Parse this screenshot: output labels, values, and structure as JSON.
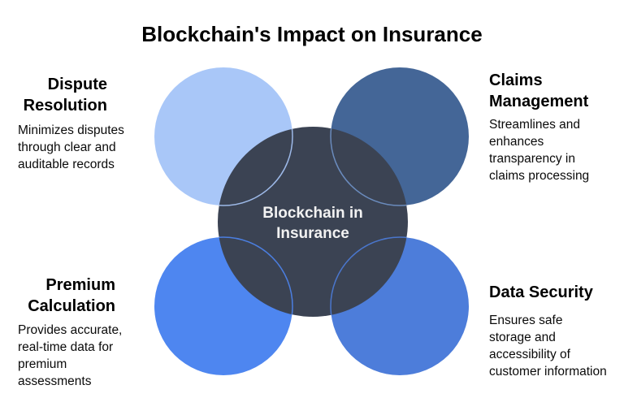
{
  "title": "Blockchain's Impact on Insurance",
  "center": {
    "label": "Blockchain in Insurance",
    "lines": [
      "Blockchain in",
      "Insurance"
    ],
    "fill": "#3b4353",
    "text_color": "#f2f2f2"
  },
  "nodes": [
    {
      "id": "dispute-resolution",
      "position": "top-left",
      "heading": "Dispute Resolution",
      "heading_lines": [
        "Dispute",
        "Resolution"
      ],
      "description": "Minimizes disputes through clear and auditable records",
      "description_lines": [
        "Minimizes disputes",
        "through clear and",
        "auditable records"
      ],
      "fill": "#a9c7f8",
      "edge": "#a9c7f8"
    },
    {
      "id": "claims-management",
      "position": "top-right",
      "heading": "Claims Management",
      "heading_lines": [
        "Claims",
        "Management"
      ],
      "description": "Streamlines and enhances transparency in claims processing",
      "description_lines": [
        "Streamlines and",
        "enhances",
        "transparency in",
        "claims processing"
      ],
      "fill": "#446697",
      "edge": "#7093c9"
    },
    {
      "id": "premium-calculation",
      "position": "bottom-left",
      "heading": "Premium Calculation",
      "heading_lines": [
        "Premium",
        "Calculation"
      ],
      "description": "Provides accurate, real-time data for premium assessments",
      "description_lines": [
        "Provides accurate,",
        "real-time data for",
        "premium",
        "assessments"
      ],
      "fill": "#4e86f0",
      "edge": "#4e86f0"
    },
    {
      "id": "data-security",
      "position": "bottom-right",
      "heading": "Data Security",
      "heading_lines": [
        "Data Security"
      ],
      "description": "Ensures safe storage and accessibility of customer information",
      "description_lines": [
        "Ensures safe",
        "storage and",
        "accessibility of",
        "customer information"
      ],
      "fill": "#4d7dda",
      "edge": "#4d7dda"
    }
  ]
}
